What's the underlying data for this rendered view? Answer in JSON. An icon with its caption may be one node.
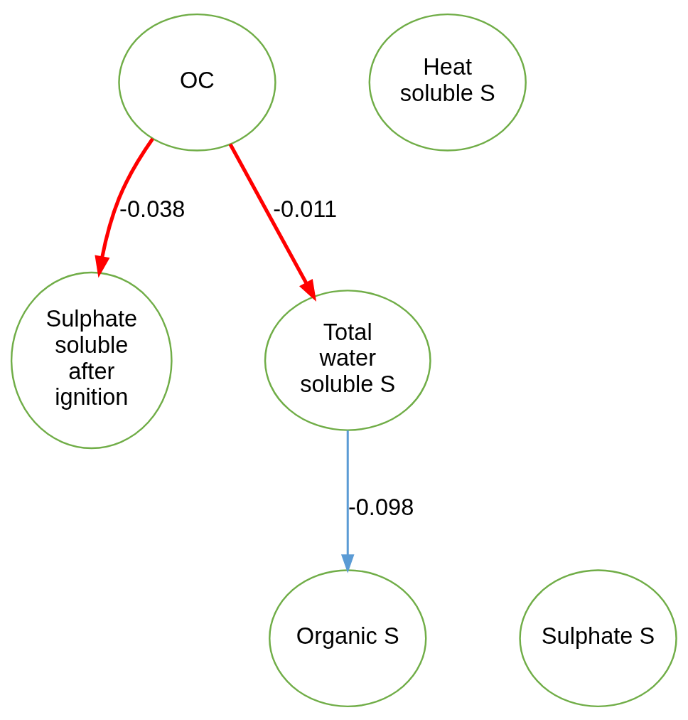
{
  "diagram": {
    "nodes": [
      {
        "text": [
          "OC"
        ]
      },
      {
        "text": [
          "Organic S"
        ]
      },
      {
        "text": [
          "Sulphate S"
        ]
      },
      {
        "text": [
          "Sulphate soluble after ignition"
        ]
      },
      {
        "text": [
          "Total water soluble S"
        ]
      },
      {
        "text": [
          "Heat soluble S"
        ]
      }
    ],
    "edges": [
      {
        "from": 0,
        "to": 4,
        "arrow": "to",
        "label": "-0.011"
      },
      {
        "from": 0,
        "to": 3,
        "arrow": "to",
        "label": "-0.038"
      },
      {
        "from": 4,
        "to": 1,
        "arrow": "to",
        "label": "-0.098",
        "color": "#5b9bd5"
      }
    ]
  }
}
